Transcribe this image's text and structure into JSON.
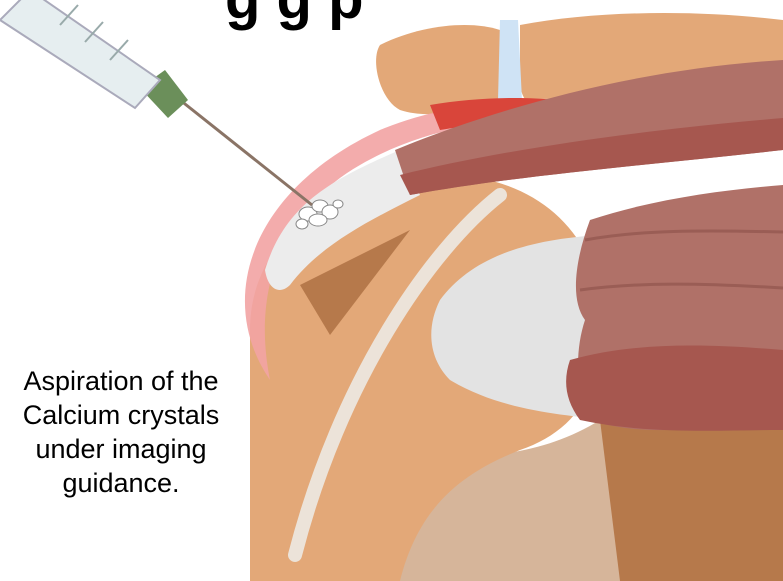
{
  "figure": {
    "title_fragment": "g      g p",
    "caption_lines": [
      "Aspiration of the",
      "Calcium crystals",
      "under imaging",
      "guidance."
    ]
  },
  "colors": {
    "bone": "#e3a878",
    "bone_dark": "#b6794b",
    "muscle": "#b07168",
    "muscle_dark": "#a6574f",
    "cartilage": "#e3e3e3",
    "bursa": "#f2a3a3",
    "inflamed": "#d9453a",
    "syringe_hub": "#6b8f5a",
    "joint_space": "#cfe3f5"
  },
  "icons": {
    "syringe": "syringe-icon",
    "crystals": "calcium-crystal-icon"
  }
}
